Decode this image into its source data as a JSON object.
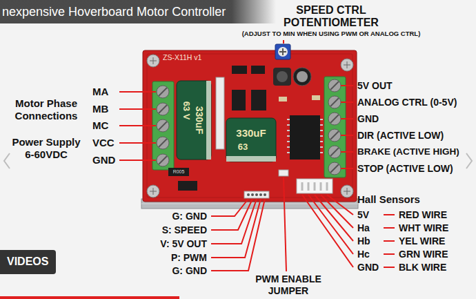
{
  "diagram": {
    "title": "nexpensive Hoverboard Motor Controller",
    "nodes": [
      {
        "text": [
          "VIDEOS"
        ]
      }
    ],
    "labels": [
      "SPEED CTRL",
      "POTENTIOMETER",
      "(ADJUST TO MIN WHEN USING PWM OR ANALOG CTRL)",
      "Motor Phase",
      "Connections",
      "MA",
      "MB",
      "MC",
      "Power Supply",
      "6-60VDC",
      "VCC",
      "GND",
      "5V OUT",
      "ANALOG CTRL (0-5V)",
      "GND",
      "DIR (ACTIVE LOW)",
      "BRAKE (ACTIVE HIGH)",
      "STOP (ACTIVE LOW)",
      "G: GND",
      "S: SPEED",
      "V: 5V OUT",
      "P: PWM",
      "G: GND",
      "PWM ENABLE",
      "JUMPER",
      "Hall Sensors",
      "5V",
      "RED WIRE",
      "Ha",
      "WHT WIRE",
      "Hb",
      "YEL WIRE",
      "Hc",
      "GRN WIRE",
      "GND",
      "BLK WIRE",
      "ZS-X11H v1",
      "330uF",
      "63 V",
      "330uF",
      "63",
      "R005"
    ]
  }
}
